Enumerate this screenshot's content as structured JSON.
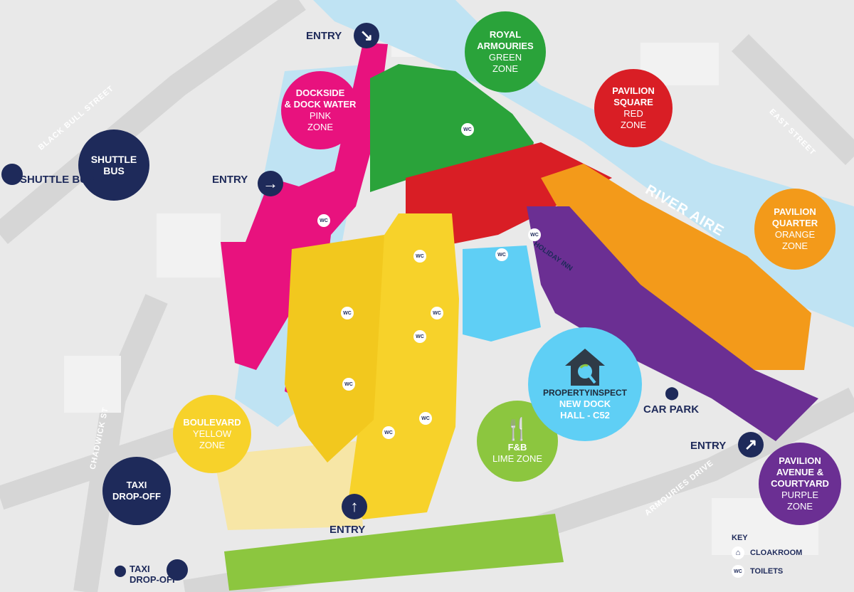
{
  "colors": {
    "navy": "#1e2a5a",
    "pink": "#e8127e",
    "green": "#2aa33a",
    "red": "#d91e25",
    "orange": "#f39a1a",
    "purple": "#6b2f93",
    "yellow": "#f7d22a",
    "lime": "#8cc63f",
    "blue": "#5fcff5",
    "water": "#bfe3f3"
  },
  "zones": {
    "green": {
      "l1": "ROYAL",
      "l2": "ARMOURIES",
      "l3": "GREEN",
      "l4": "ZONE"
    },
    "pink": {
      "l1": "DOCKSIDE",
      "l2": "& DOCK WATER",
      "l3": "PINK",
      "l4": "ZONE"
    },
    "red": {
      "l1": "PAVILION",
      "l2": "SQUARE",
      "l3": "RED",
      "l4": "ZONE"
    },
    "orange": {
      "l1": "PAVILION",
      "l2": "QUARTER",
      "l3": "ORANGE",
      "l4": "ZONE"
    },
    "yellow": {
      "l1": "BOULEVARD",
      "l2": "YELLOW",
      "l3": "ZONE"
    },
    "lime": {
      "l1": "F&B",
      "l2": "LIME ZONE"
    },
    "purple": {
      "l1": "PAVILION",
      "l2": "AVENUE &",
      "l3": "COURTYARD",
      "l4": "PURPLE",
      "l5": "ZONE"
    }
  },
  "exhibitor": {
    "brand": "PROPERTYINSPECT",
    "l1": "NEW DOCK",
    "l2": "HALL - C52",
    "icon": "house-magnifier-icon"
  },
  "transport": {
    "shuttle_l1": "SHUTTLE",
    "shuttle_l2": "BUS",
    "shuttle_pin": "SHUTTLE BUS",
    "taxi_l1": "TAXI",
    "taxi_l2": "DROP-OFF",
    "taxi_pin_l1": "TAXI",
    "taxi_pin_l2": "DROP-OFF"
  },
  "entry": "ENTRY",
  "places": {
    "car_park": "CAR PARK",
    "holiday_inn": "HOLIDAY INN",
    "river": "RIVER AIRE"
  },
  "streets": {
    "black_bull": "BLACK BULL STREET",
    "chadwick": "CHADWICK ST",
    "east": "EAST STREET",
    "armouries": "ARMOURIES DRIVE"
  },
  "wc": "WC",
  "key": {
    "title": "KEY",
    "cloakroom": "CLOAKROOM",
    "toilets": "TOILETS",
    "wc": "WC"
  }
}
